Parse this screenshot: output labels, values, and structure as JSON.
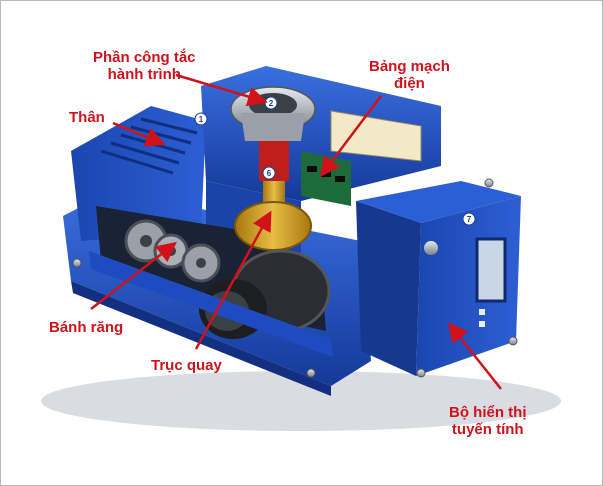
{
  "labels": {
    "limit_switch": "Phần công tắc\nhành trình",
    "circuit_board": "Bảng mạch\nđiện",
    "body": "Thân",
    "gears": "Bánh răng",
    "shaft": "Trục quay",
    "display": "Bộ hiển thị\ntuyến tính"
  },
  "markers": [
    "1",
    "2",
    "6",
    "7"
  ],
  "colors": {
    "label": "#d0121b",
    "arrow": "#d0121b",
    "housing": "#1f4fbf",
    "housing_dark": "#143a8f",
    "gear_gray": "#8a8f96",
    "gear_gold": "#c9971e"
  }
}
